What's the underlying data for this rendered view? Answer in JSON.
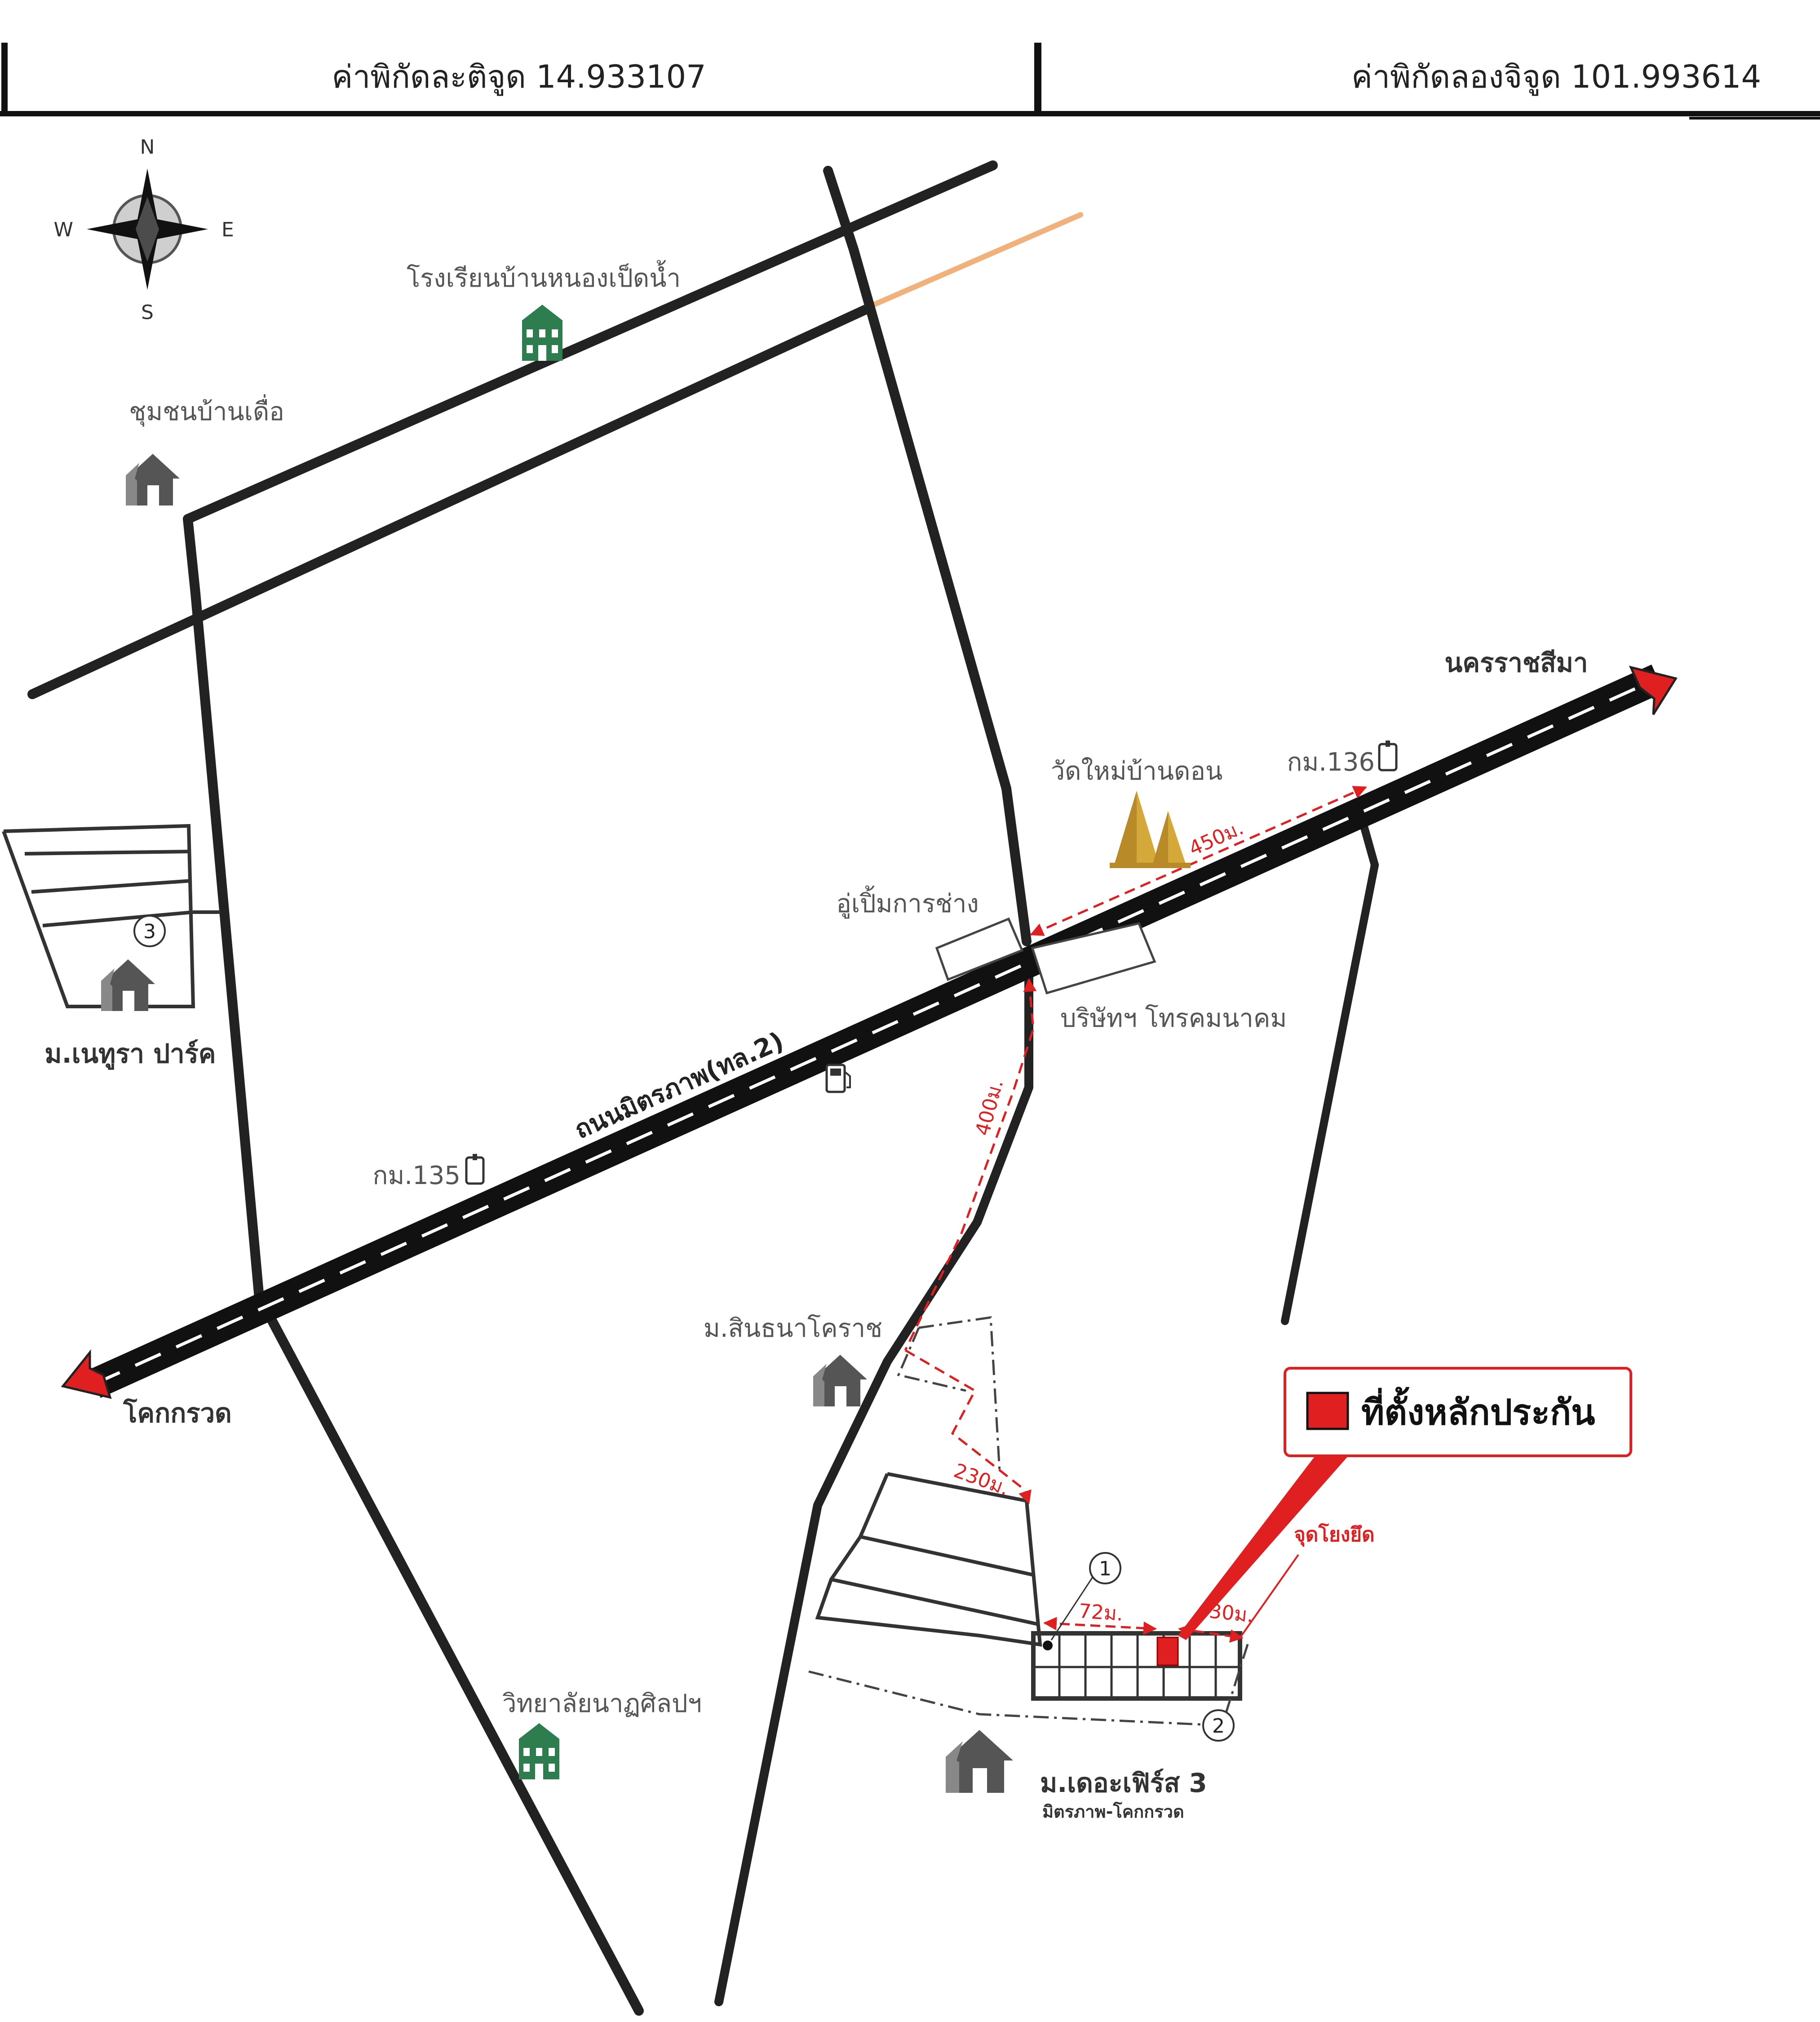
{
  "header": {
    "latitude_label": "ค่าพิกัดละติจูด 14.933107",
    "longitude_label": "ค่าพิกัดลองจิจูด 101.993614"
  },
  "compass": {
    "north": "N",
    "south": "S",
    "east": "E",
    "west": "W"
  },
  "places": {
    "school_top": "โรงเรียนบ้านหนองเป็ดน้ำ",
    "community_top": "ชุมชนบ้านเดื่อ",
    "nakhon": "นครราชสีมา",
    "temple": "วัดใหม่บ้านดอน",
    "km136": "กม.136",
    "garage": "อู่เปิ้มการช่าง",
    "telecom": "บริษัทฯ โทรคมนาคม",
    "main_road": "ถนนมิตรภาพ(ทล.2)",
    "km135": "กม.135",
    "neutra_park": "ม.เนทูรา ปาร์ค",
    "sinthana": "ม.สินธนาโคราช",
    "khok_kruat": "โคกกรวด",
    "college": "วิทยาลัยนาฏศิลปฯ",
    "the_first_3": "ม.เดอะเฟิร์ส 3",
    "the_first_3_sub": "มิตรภาพ-โคกกรวด"
  },
  "distances": {
    "d450": "450ม.",
    "d400": "400ม.",
    "d230": "230ม.",
    "d72": "72ม.",
    "d30": "30ม."
  },
  "legend": {
    "title": "ที่ตั้งหลักประกัน",
    "connection_point": "จุดโยงยึด"
  },
  "markers": {
    "m1": "1",
    "m2": "2",
    "m3": "3"
  },
  "colors": {
    "road": "#222222",
    "accent_red": "#e02020",
    "minor_road": "#f0b27a",
    "icon_green": "#2e7d4f",
    "icon_grey": "#555555",
    "temple_gold": "#d4a93a"
  }
}
